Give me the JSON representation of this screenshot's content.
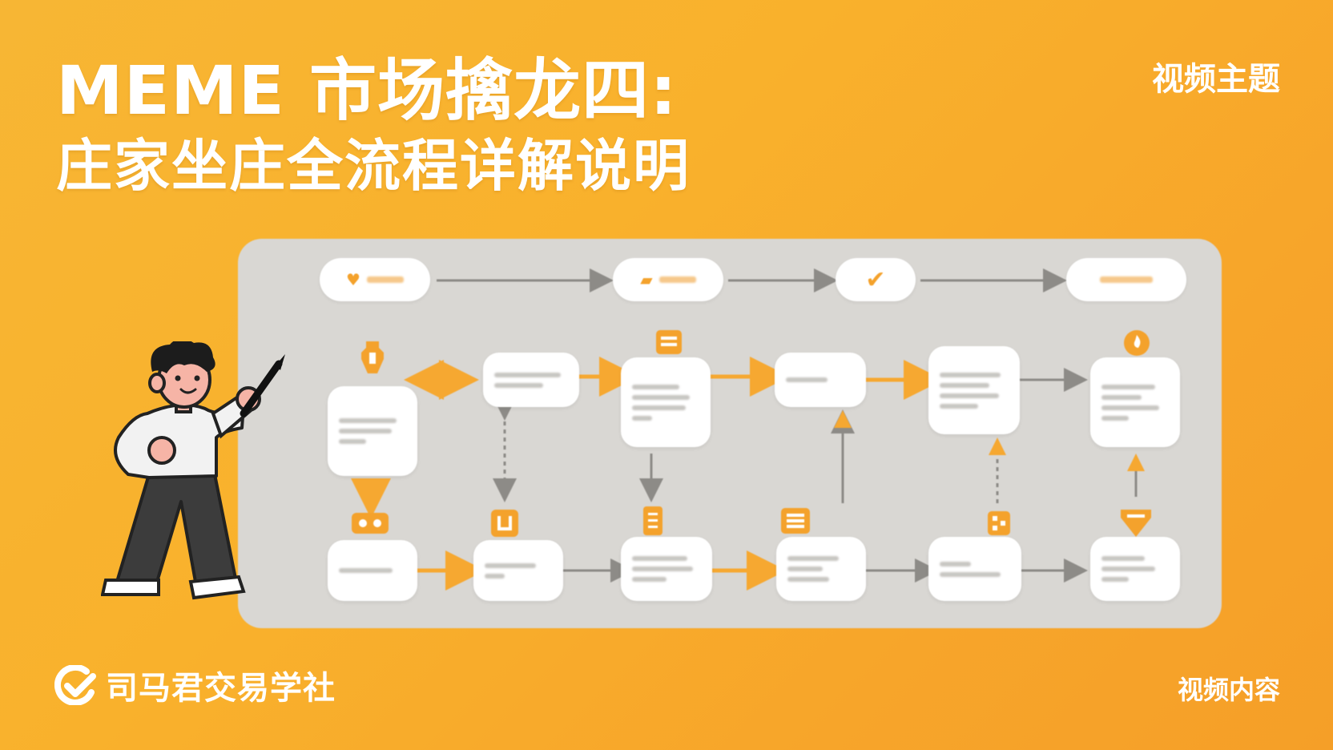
{
  "title": {
    "line1": "MEME 市场擒龙四:",
    "line2": "庄家坐庄全流程详解说明"
  },
  "labels": {
    "topic": "视频主题",
    "content": "视频内容"
  },
  "brand": {
    "name": "司马君交易学社",
    "icon": "brand-logo-icon"
  },
  "colors": {
    "background": "#f9b12c",
    "accent": "#f4a22c",
    "panel": "#d9d7d3",
    "text": "#ffffff"
  },
  "flowchart": {
    "steps": [
      {
        "icon": "heart-icon"
      },
      {
        "icon": "chat-icon"
      },
      {
        "icon": "check-icon"
      },
      {
        "icon": "plain"
      }
    ]
  }
}
